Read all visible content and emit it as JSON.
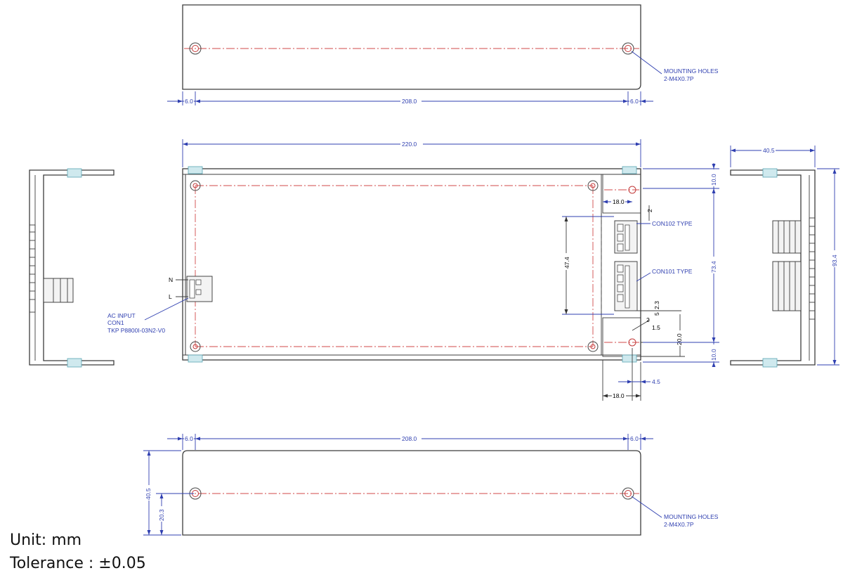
{
  "top_view": {
    "dim_left": "6.0",
    "dim_middle": "208.0",
    "dim_right": "6.0",
    "mounting_label_line1": "MOUNTING HOLES",
    "mounting_label_line2": "2-M4X0.7P"
  },
  "front_view": {
    "dim_total_width": "220.0",
    "dim_18_top": "18.0",
    "dim_474": "47.4",
    "dim_734": "73.4",
    "dim_10_top": "10.0",
    "dim_10_bottom": "10.0",
    "dim_20": "20.0",
    "dim_2_top": "2",
    "dim_23": "2.3",
    "dim_5": "5",
    "dim_2_mid": "2",
    "dim_15": "1.5",
    "dim_45": "4.5",
    "dim_18_bottom": "18.0",
    "con102_label": "CON102 TYPE",
    "con101_label": "CON101 TYPE",
    "terminal_n": "N",
    "terminal_l": "L",
    "ac_input_line1": "AC INPUT",
    "ac_input_line2": "CON1",
    "ac_input_line3": "TKP P8800I-03N2-V0"
  },
  "side_view": {
    "dim_width": "40.5",
    "dim_height": "93.4"
  },
  "bottom_view": {
    "dim_left": "6.0",
    "dim_middle": "208.0",
    "dim_right": "6.0",
    "dim_height": "40.5",
    "dim_half": "20.3",
    "mounting_label_line1": "MOUNTING HOLES",
    "mounting_label_line2": "2-M4X0.7P"
  },
  "notes": {
    "unit": "Unit: mm",
    "tolerance": "Tolerance : ±0.05"
  },
  "colors": {
    "outline": "#3c3c3c",
    "centerline": "#d24a4a",
    "dimension": "#2f3fb0",
    "tab": "#cfe9ee"
  }
}
